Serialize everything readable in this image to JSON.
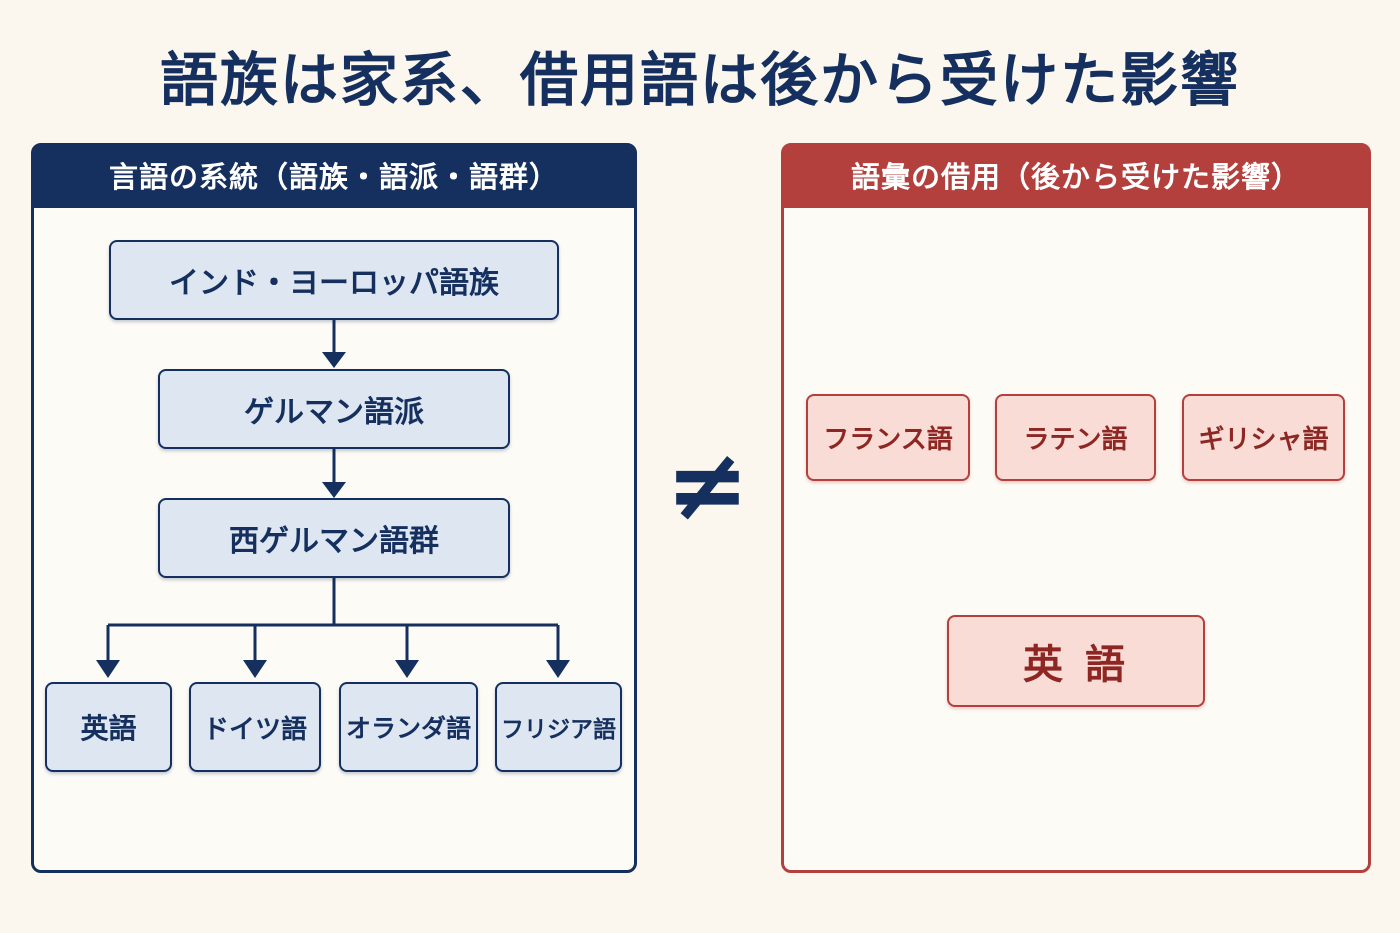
{
  "title": "語族は家系、借用語は後から受けた影響",
  "symbol": "≠",
  "left_panel": {
    "header": "言語の系統（語族・語派・語群）",
    "family": "インド・ヨーロッパ語族",
    "branch": "ゲルマン語派",
    "group": "西ゲルマン語群",
    "languages": [
      "英語",
      "ドイツ語",
      "オランダ語",
      "フリジア語"
    ]
  },
  "right_panel": {
    "header": "語彙の借用（後から受けた影響）",
    "sources": [
      "フランス語",
      "ラテン語",
      "ギリシャ語"
    ],
    "target": "英 語"
  },
  "colors": {
    "navy": "#15305f",
    "red": "#b3403d",
    "blue_fill": "#dde6f1",
    "red_fill": "#f9dcd5",
    "background": "#fbf7ee"
  }
}
